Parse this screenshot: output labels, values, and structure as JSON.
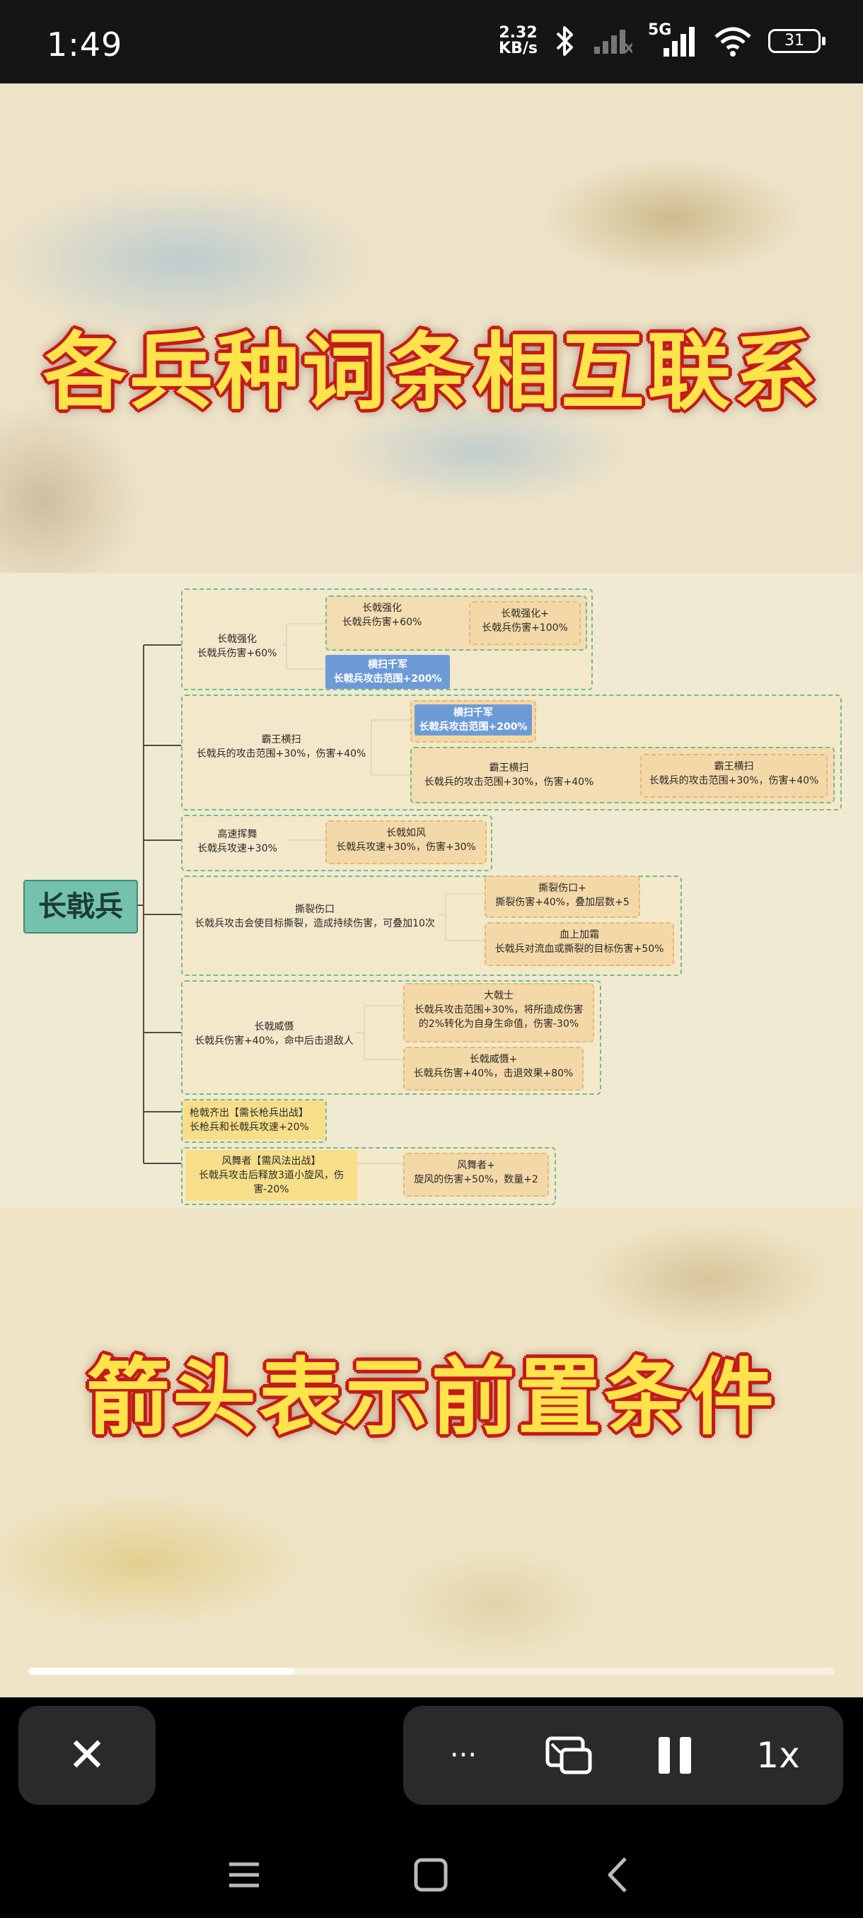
{
  "status_bar": {
    "time": "1:49",
    "net_speed_value": "2.32",
    "net_speed_unit": "KB/s",
    "network": "5G",
    "battery": "31",
    "icons": [
      "bluetooth-icon",
      "signal-weak-icon",
      "signal-5g-icon",
      "wifi-icon",
      "battery-icon"
    ]
  },
  "headline_top": "各兵种词条相互联系",
  "headline_bottom": "箭头表示前置条件",
  "mindmap": {
    "root": "长戟兵",
    "n1": {
      "title": "长戟强化",
      "desc": "长戟兵伤害+60%"
    },
    "n1a": {
      "title": "长戟强化",
      "desc": "长戟兵伤害+60%"
    },
    "n1b": {
      "title": "长戟强化+",
      "desc": "长戟兵伤害+100%"
    },
    "n1c": {
      "title": "横扫千军",
      "desc": "长戟兵攻击范围+200%"
    },
    "n2": {
      "title": "霸王横扫",
      "desc": "长戟兵的攻击范围+30%，伤害+40%"
    },
    "n2a": {
      "title": "横扫千军",
      "desc": "长戟兵攻击范围+200%"
    },
    "n2b": {
      "title": "霸王横扫",
      "desc": "长戟兵的攻击范围+30%，伤害+40%"
    },
    "n2c": {
      "title": "霸王横扫",
      "desc": "长戟兵的攻击范围+30%，伤害+40%"
    },
    "n3": {
      "title": "高速挥舞",
      "desc": "长戟兵攻速+30%"
    },
    "n3a": {
      "title": "长戟如风",
      "desc": "长戟兵攻速+30%，伤害+30%"
    },
    "n4": {
      "title": "撕裂伤口",
      "desc": "长戟兵攻击会使目标撕裂，造成持续伤害，可叠加10次"
    },
    "n4a": {
      "title": "撕裂伤口+",
      "desc": "撕裂伤害+40%，叠加层数+5"
    },
    "n4b": {
      "title": "血上加霜",
      "desc": "长戟兵对流血或撕裂的目标伤害+50%"
    },
    "n5": {
      "title": "长戟威慑",
      "desc": "长戟兵伤害+40%，命中后击退敌人"
    },
    "n5a": {
      "title": "大戟士",
      "desc1": "长戟兵攻击范围+30%，将所造成伤害",
      "desc2": "的2%转化为自身生命值，伤害-30%"
    },
    "n5b": {
      "title": "长戟威慑+",
      "desc": "长戟兵伤害+40%，击退效果+80%"
    },
    "n6": {
      "title": "枪戟齐出【需长枪兵出战】",
      "desc": "长枪兵和长戟兵攻速+20%"
    },
    "n7": {
      "title": "风舞者【需风法出战】",
      "desc1": "长戟兵攻击后释放3道小旋风，伤",
      "desc2": "害-20%"
    },
    "n7a": {
      "title": "风舞者+",
      "desc": "旋风的伤害+50%，数量+2"
    }
  },
  "progress": {
    "fraction": 0.33
  },
  "controls": {
    "close": "✕",
    "more": "···",
    "speed": "1x"
  },
  "colors": {
    "accent_green": "#74c2ad",
    "headline_yellow": "#ffe34a",
    "headline_outline": "#c41b1b",
    "blue_node": "#6d9bd8"
  }
}
